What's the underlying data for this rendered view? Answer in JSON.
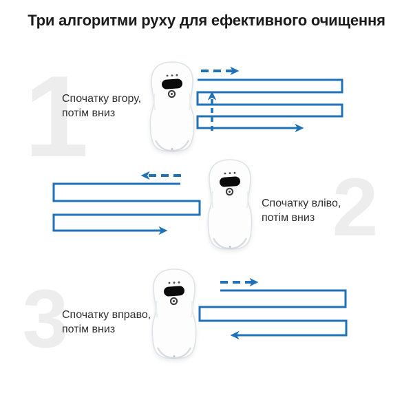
{
  "title": "Три алгоритми руху для ефективного очищення",
  "colors": {
    "arrow_blue": "#1f72b8",
    "number_gray": "#ededed",
    "title_text": "#1b1b1b",
    "caption_text": "#2f2f2f"
  },
  "sections": [
    {
      "number": "1",
      "caption_line1": "Спочатку вгору,",
      "caption_line2": "потім вниз",
      "movement": "up-then-down"
    },
    {
      "number": "2",
      "caption_line1": "Спочатку вліво,",
      "caption_line2": "потім вниз",
      "movement": "left-then-down"
    },
    {
      "number": "3",
      "caption_line1": "Спочатку вправо,",
      "caption_line2": "потім вниз",
      "movement": "right-then-down"
    }
  ]
}
